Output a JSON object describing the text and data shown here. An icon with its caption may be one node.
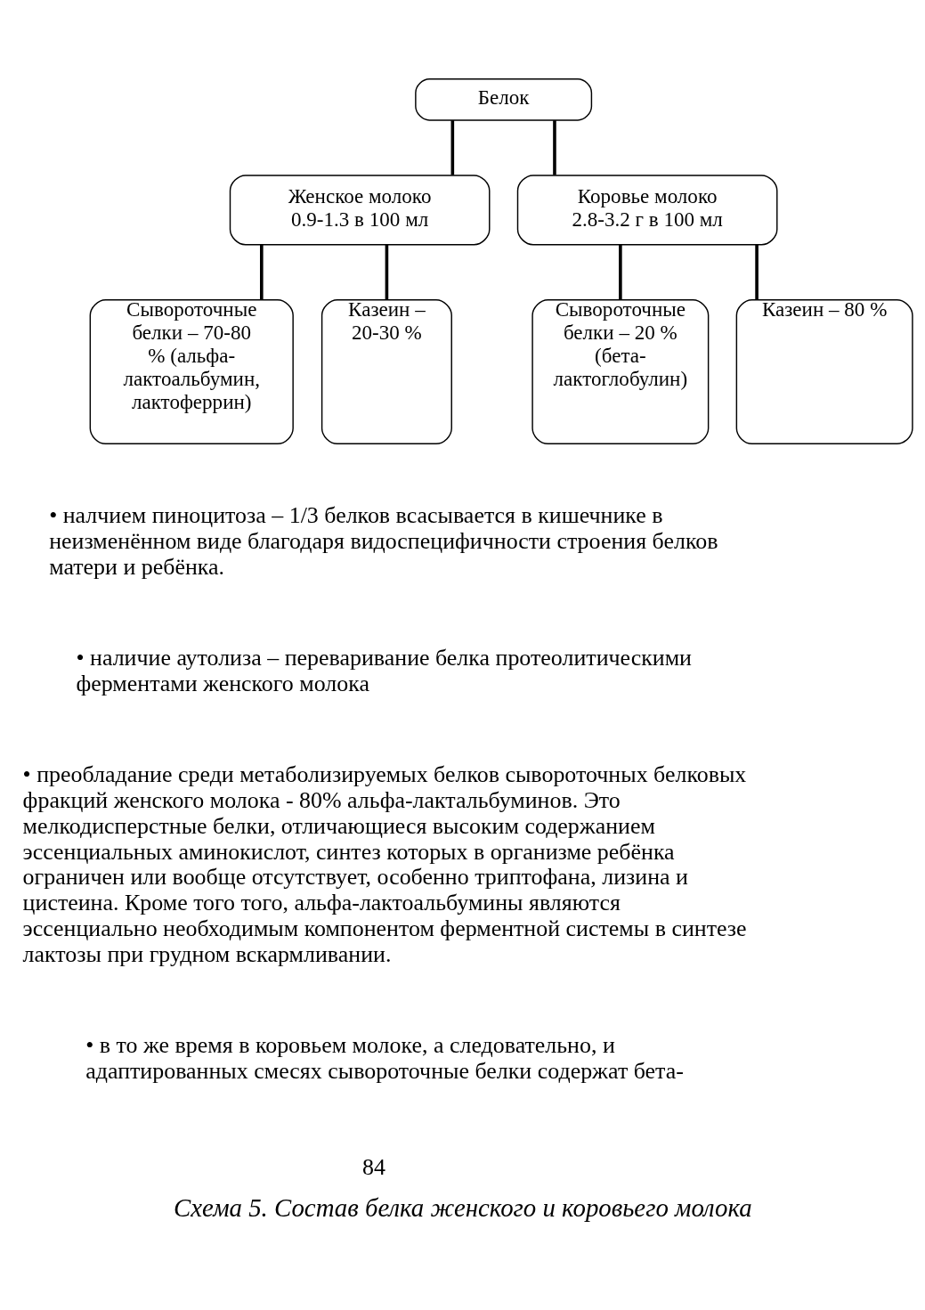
{
  "diagram": {
    "caption": "Схема 5. Состав белка женского и коровьего молока",
    "nodes": [
      {
        "text": [
          "Белок"
        ]
      },
      {
        "text": [
          "Женское молоко 0.9-1.3 в 100 мл"
        ]
      },
      {
        "text": [
          "Коровье молоко 2.8-3.2 г в 100 мл"
        ]
      },
      {
        "text": [
          "Сывороточные белки – 70-80 % (альфа-лактоальбумин, лактоферрин)"
        ]
      },
      {
        "text": [
          "Казеин – 20-30 %"
        ]
      },
      {
        "text": [
          "Сывороточные белки – 20 % (бета-лактоглобулин)"
        ]
      },
      {
        "text": [
          "Казеин – 80 %"
        ]
      }
    ],
    "edges": [
      {
        "from": 0,
        "to": 1,
        "arrow": "none"
      },
      {
        "from": 0,
        "to": 2,
        "arrow": "none"
      },
      {
        "from": 1,
        "to": 3,
        "arrow": "none"
      },
      {
        "from": 1,
        "to": 4,
        "arrow": "none"
      },
      {
        "from": 2,
        "to": 5,
        "arrow": "none"
      },
      {
        "from": 2,
        "to": 6,
        "arrow": "none"
      }
    ],
    "labels": [
      "• налчием пиноцитоза – 1/3 белков всасывается в кишечнике в неизменённом виде благодаря видоспецифичности строения белков матери и ребёнка.",
      "• наличие аутолиза – переваривание белка протеолитическими ферментами женского молока",
      "• преобладание среди метаболизируемых белков сывороточных белковых фракций женского молока - 80% альфа-лактальбуминов. Это мелкодисперстные белки, отличающиеся высоким содержанием эссенциальных аминокислот, синтез которых в организме ребёнка ограничен или вообще отсутствует, особенно триптофана, лизина и цистеина. Кроме того того, альфа-лактоальбумины являются эссенциально необходимым компонентом ферментной системы в синтезе лактозы при грудном вскармливании.",
      "• в то же время в коровьем молоке, а следовательно, и адаптированных смесях сывороточные белки содержат бета-",
      "84"
    ]
  }
}
